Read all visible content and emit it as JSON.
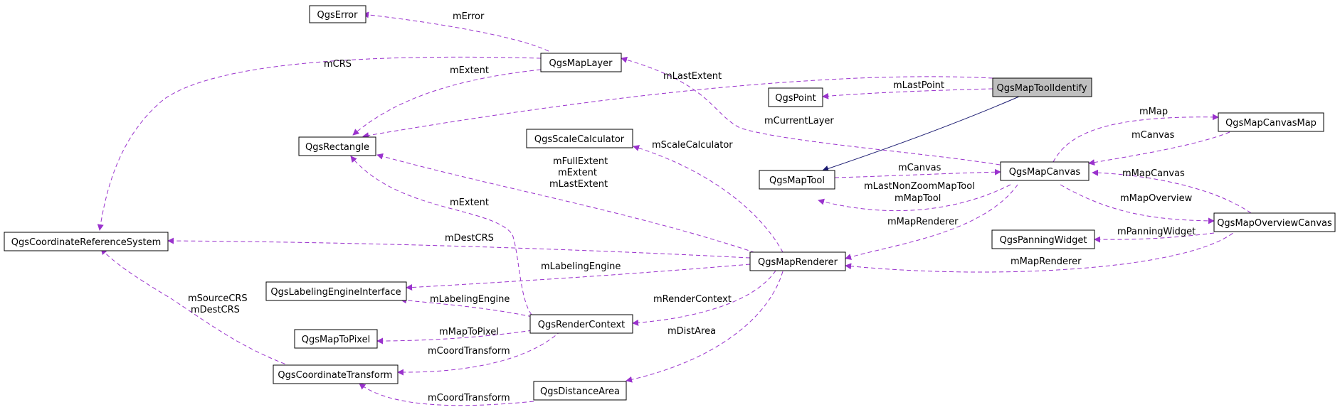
{
  "colors": {
    "association": "#9a32cd",
    "inheritance": "#191970",
    "highlight_fill": "#bfbfbf",
    "node_border": "#000000"
  },
  "nodes": {
    "qgs_error": "QgsError",
    "qgs_map_layer": "QgsMapLayer",
    "qgs_map_tool_identify": "QgsMapToolIdentify",
    "qgs_point": "QgsPoint",
    "qgs_rectangle": "QgsRectangle",
    "qgs_scale_calculator": "QgsScaleCalculator",
    "qgs_map_canvas_map": "QgsMapCanvasMap",
    "qgs_map_tool": "QgsMapTool",
    "qgs_map_canvas": "QgsMapCanvas",
    "qgs_coordinate_reference_system": "QgsCoordinateReferenceSystem",
    "qgs_panning_widget": "QgsPanningWidget",
    "qgs_map_overview_canvas": "QgsMapOverviewCanvas",
    "qgs_map_renderer": "QgsMapRenderer",
    "qgs_labeling_engine_interface": "QgsLabelingEngineInterface",
    "qgs_render_context": "QgsRenderContext",
    "qgs_map_to_pixel": "QgsMapToPixel",
    "qgs_coordinate_transform": "QgsCoordinateTransform",
    "qgs_distance_area": "QgsDistanceArea"
  },
  "edge_labels": {
    "m_error": "mError",
    "m_crs": "mCRS",
    "m_extent_layer": "mExtent",
    "m_last_extent": "mLastExtent",
    "m_last_point": "mLastPoint",
    "m_current_layer": "mCurrentLayer",
    "m_map": "mMap",
    "m_canvas_canvasmap": "mCanvas",
    "m_scale_calculator": "mScaleCalculator",
    "m_full_extent": "mFullExtent",
    "m_extent_renderer": "mExtent",
    "m_last_extent_renderer": "mLastExtent",
    "m_canvas_tool": "mCanvas",
    "m_map_canvas": "mMapCanvas",
    "m_extent_context": "mExtent",
    "m_last_non_zoom_map_tool": "mLastNonZoomMapTool",
    "m_map_tool": "mMapTool",
    "m_map_overview": "mMapOverview",
    "m_dest_crs_renderer": "mDestCRS",
    "m_map_renderer_canvas": "mMapRenderer",
    "m_panning_widget": "mPanningWidget",
    "m_labeling_engine_renderer": "mLabelingEngine",
    "m_map_renderer_overview": "mMapRenderer",
    "m_source_crs": "mSourceCRS",
    "m_dest_crs_transform": "mDestCRS",
    "m_labeling_engine_context": "mLabelingEngine",
    "m_render_context": "mRenderContext",
    "m_map_to_pixel": "mMapToPixel",
    "m_dist_area": "mDistArea",
    "m_coord_transform_context": "mCoordTransform",
    "m_coord_transform_distance": "mCoordTransform"
  }
}
